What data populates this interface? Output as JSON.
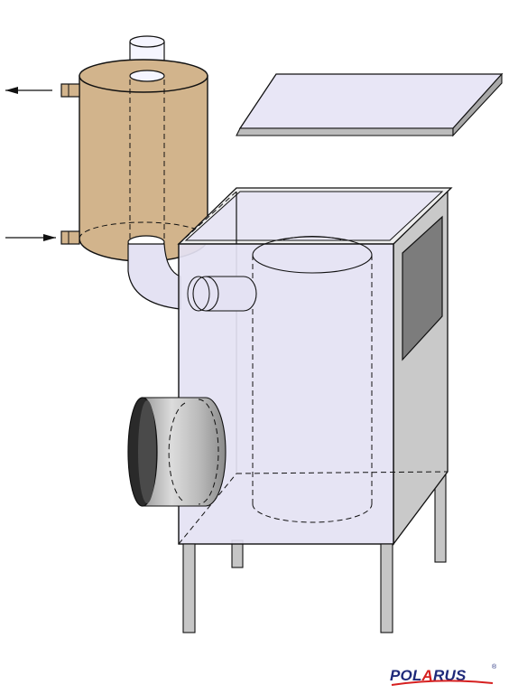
{
  "logo": {
    "text_a": "POL",
    "text_b": "A",
    "text_c": "RUS",
    "registered": "®",
    "colors": {
      "navy": "#1f2a7a",
      "red": "#d62020"
    }
  },
  "colors": {
    "tank_fill": "#d2b48c",
    "body_fill": "#e4e2f3",
    "side_fill": "#c9c9c9",
    "lid_fill": "#e8e6f6",
    "window_fill": "#7c7c7c",
    "leg_fill": "#c6c6c6",
    "stroke": "#111111"
  },
  "icons": {
    "outlet_arrow": "arrow-left-icon",
    "inlet_arrow": "arrow-right-icon"
  }
}
